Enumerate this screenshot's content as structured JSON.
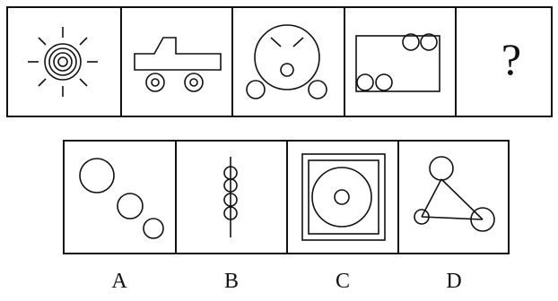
{
  "puzzle": {
    "question_mark": "?",
    "options": [
      {
        "label": "A"
      },
      {
        "label": "B"
      },
      {
        "label": "C"
      },
      {
        "label": "D"
      }
    ]
  },
  "colors": {
    "line": "#111111",
    "background": "#ffffff"
  }
}
